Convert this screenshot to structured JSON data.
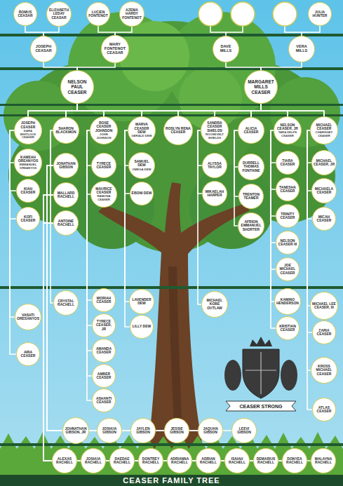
{
  "diagram": {
    "title": "CEASER FAMILY TREE",
    "nodes": [
      {
        "text": [
          "ROMUS CEASAR"
        ]
      },
      {
        "text": [
          "ELIZABETH LEDAY CEASAR"
        ]
      },
      {
        "text": [
          "LUCIEN FONTENOT"
        ]
      },
      {
        "text": [
          "AZEMA HARDY FONTENOT"
        ]
      },
      {
        "text": [
          "JULIA HUNTER"
        ]
      },
      {
        "text": [
          "JOSEPH CEASAR"
        ]
      },
      {
        "text": [
          "MARY FONTENOT CEASAR"
        ]
      },
      {
        "text": [
          "DAVE MILLS"
        ]
      },
      {
        "text": [
          "VERA MILLS"
        ]
      },
      {
        "text": [
          "NELSON PAUL CEASER"
        ]
      },
      {
        "text": [
          "MARGARET MILLS CEASER"
        ]
      },
      {
        "text": [
          "JOSEPH CEASER",
          "DARA WHITLOCK CEASER"
        ]
      },
      {
        "text": [
          "SHARON BLACKMON"
        ]
      },
      {
        "text": [
          "ROSE CEASER JOHNSON",
          "JOHN JOHNSON"
        ]
      },
      {
        "text": [
          "MARVA CEASER DEW",
          "GERALD DEW"
        ]
      },
      {
        "text": [
          "ROSLYN RENA CEASER"
        ]
      },
      {
        "text": [
          "SANDRA CEASER SHIELDS",
          "ROOSEVELT SHIELDS"
        ]
      },
      {
        "text": [
          "ALICIA CEASER"
        ]
      },
      {
        "text": [
          "NELSON CEASER, JR",
          "TARA DELFS CEASER"
        ]
      },
      {
        "text": [
          "MICHAEL CEASER",
          "CHARISSEY CEASER"
        ]
      },
      {
        "text": [
          "KAMEAH OREANYOS",
          "EMMANUEL OREANYOS"
        ]
      },
      {
        "text": [
          "KIAH CEASER"
        ]
      },
      {
        "text": [
          "KOFI CEASER"
        ]
      },
      {
        "text": [
          "VASHTI ORESANYOS"
        ]
      },
      {
        "text": [
          "ARIA CEASER"
        ]
      },
      {
        "text": [
          "JONATHAN GIBSON"
        ]
      },
      {
        "text": [
          "MALLARD RACHELL"
        ]
      },
      {
        "text": [
          "ANTOINE RACHELL"
        ]
      },
      {
        "text": [
          "CRYSTAL RACHELL"
        ]
      },
      {
        "text": [
          "TYRECE CEASER"
        ]
      },
      {
        "text": [
          "MAURICE CEASER",
          "RAMONA CEASER"
        ]
      },
      {
        "text": [
          "MORIAH CEASER"
        ]
      },
      {
        "text": [
          "TYRECE CEASER, JR"
        ]
      },
      {
        "text": [
          "AMANDA CEASER"
        ]
      },
      {
        "text": [
          "AMBER CEASER"
        ]
      },
      {
        "text": [
          "ASHANTI CEASER"
        ]
      },
      {
        "text": [
          "SAMUEL DEW",
          "OMEGA DEW"
        ]
      },
      {
        "text": [
          "EBONI DEW"
        ]
      },
      {
        "text": [
          "LAVENDER DEW"
        ]
      },
      {
        "text": [
          "LILLY DEW"
        ]
      },
      {
        "text": [
          "ALYSSA TAYLOR"
        ]
      },
      {
        "text": [
          "MIKAELAH HARPER"
        ]
      },
      {
        "text": [
          "MICHAEL KOBE OUTLAW"
        ]
      },
      {
        "text": [
          "DURRELL THOMAS FONTAINE"
        ]
      },
      {
        "text": [
          "TRENTON TEAMER"
        ]
      },
      {
        "text": [
          "AFRION EMMANUEL SHORTER"
        ]
      },
      {
        "text": [
          "TIARA CEASER"
        ]
      },
      {
        "text": [
          "TANESHA CEASER"
        ]
      },
      {
        "text": [
          "TRINITY CEASER"
        ]
      },
      {
        "text": [
          "NELSON CEASER III"
        ]
      },
      {
        "text": [
          "JOE MICHAEL CEASER"
        ]
      },
      {
        "text": [
          "KAMINO HENDERSON"
        ]
      },
      {
        "text": [
          "KRISTIAN CEASER"
        ]
      },
      {
        "text": [
          "MICHAEL CEASER, JR"
        ]
      },
      {
        "text": [
          "MICHAELA CEASER"
        ]
      },
      {
        "text": [
          "MICAH CEASER"
        ]
      },
      {
        "text": [
          "MICHAEL LEE CEASER, III"
        ]
      },
      {
        "text": [
          "ZARIA CEASER"
        ]
      },
      {
        "text": [
          "KROSS MICHAEL CEASER"
        ]
      },
      {
        "text": [
          "ATLAS CEASER"
        ]
      },
      {
        "text": [
          "JOHNATHAN GIBSON, JR"
        ]
      },
      {
        "text": [
          "JOSHUA GIBSON"
        ]
      },
      {
        "text": [
          "JAYLEN GIBSON"
        ]
      },
      {
        "text": [
          "JESSIE GIBSON"
        ]
      },
      {
        "text": [
          "JAQUAN GIBSON"
        ]
      },
      {
        "text": [
          "LEEVI GIBSON"
        ]
      },
      {
        "text": [
          "ALEXAS RACHELL"
        ]
      },
      {
        "text": [
          "JOSHUA RACHELL"
        ]
      },
      {
        "text": [
          "DAEDAE RACHELL"
        ]
      },
      {
        "text": [
          "DONTREY RACHELL"
        ]
      },
      {
        "text": [
          "ADRIANNA RACHELL"
        ]
      },
      {
        "text": [
          "ADRIAN RACHELL"
        ]
      },
      {
        "text": [
          "ISAIAH RACHELL"
        ]
      },
      {
        "text": [
          "DEMARIUS RACHELL"
        ]
      },
      {
        "text": [
          "DONYEA RACHELL"
        ]
      },
      {
        "text": [
          "MALAYNA RACHELL"
        ]
      }
    ],
    "edges": [
      {
        "from": 0,
        "to": 5,
        "arrow": "none"
      },
      {
        "from": 1,
        "to": 5,
        "arrow": "none"
      },
      {
        "from": 2,
        "to": 6,
        "arrow": "none"
      },
      {
        "from": 3,
        "to": 6,
        "arrow": "none"
      },
      {
        "from": 4,
        "to": 8,
        "arrow": "none"
      },
      {
        "from": 5,
        "to": 9,
        "arrow": "none"
      },
      {
        "from": 6,
        "to": 9,
        "arrow": "none"
      },
      {
        "from": 7,
        "to": 10,
        "arrow": "none"
      },
      {
        "from": 8,
        "to": 10,
        "arrow": "none"
      },
      {
        "from": 9,
        "to": 11,
        "arrow": "none"
      },
      {
        "from": 9,
        "to": 12,
        "arrow": "none"
      },
      {
        "from": 9,
        "to": 13,
        "arrow": "none"
      },
      {
        "from": 9,
        "to": 14,
        "arrow": "none"
      },
      {
        "from": 9,
        "to": 15,
        "arrow": "none"
      },
      {
        "from": 9,
        "to": 16,
        "arrow": "none"
      },
      {
        "from": 9,
        "to": 17,
        "arrow": "none"
      },
      {
        "from": 9,
        "to": 18,
        "arrow": "none"
      },
      {
        "from": 9,
        "to": 19,
        "arrow": "none"
      },
      {
        "from": 10,
        "to": 11,
        "arrow": "none"
      },
      {
        "from": 10,
        "to": 12,
        "arrow": "none"
      },
      {
        "from": 10,
        "to": 13,
        "arrow": "none"
      },
      {
        "from": 10,
        "to": 14,
        "arrow": "none"
      },
      {
        "from": 10,
        "to": 15,
        "arrow": "none"
      },
      {
        "from": 10,
        "to": 16,
        "arrow": "none"
      },
      {
        "from": 10,
        "to": 17,
        "arrow": "none"
      },
      {
        "from": 10,
        "to": 18,
        "arrow": "none"
      },
      {
        "from": 10,
        "to": 19,
        "arrow": "none"
      },
      {
        "from": 11,
        "to": 20,
        "arrow": "none"
      },
      {
        "from": 11,
        "to": 21,
        "arrow": "none"
      },
      {
        "from": 11,
        "to": 22,
        "arrow": "none"
      },
      {
        "from": 11,
        "to": 23,
        "arrow": "none"
      },
      {
        "from": 11,
        "to": 24,
        "arrow": "none"
      },
      {
        "from": 12,
        "to": 25,
        "arrow": "none"
      },
      {
        "from": 12,
        "to": 26,
        "arrow": "none"
      },
      {
        "from": 12,
        "to": 27,
        "arrow": "none"
      },
      {
        "from": 12,
        "to": 28,
        "arrow": "none"
      },
      {
        "from": 13,
        "to": 29,
        "arrow": "none"
      },
      {
        "from": 13,
        "to": 30,
        "arrow": "none"
      },
      {
        "from": 13,
        "to": 31,
        "arrow": "none"
      },
      {
        "from": 13,
        "to": 32,
        "arrow": "none"
      },
      {
        "from": 13,
        "to": 33,
        "arrow": "none"
      },
      {
        "from": 13,
        "to": 34,
        "arrow": "none"
      },
      {
        "from": 13,
        "to": 35,
        "arrow": "none"
      },
      {
        "from": 14,
        "to": 36,
        "arrow": "none"
      },
      {
        "from": 14,
        "to": 37,
        "arrow": "none"
      },
      {
        "from": 14,
        "to": 38,
        "arrow": "none"
      },
      {
        "from": 14,
        "to": 39,
        "arrow": "none"
      },
      {
        "from": 16,
        "to": 40,
        "arrow": "none"
      },
      {
        "from": 16,
        "to": 41,
        "arrow": "none"
      },
      {
        "from": 16,
        "to": 42,
        "arrow": "none"
      },
      {
        "from": 17,
        "to": 43,
        "arrow": "none"
      },
      {
        "from": 17,
        "to": 44,
        "arrow": "none"
      },
      {
        "from": 17,
        "to": 45,
        "arrow": "none"
      },
      {
        "from": 18,
        "to": 46,
        "arrow": "none"
      },
      {
        "from": 18,
        "to": 47,
        "arrow": "none"
      },
      {
        "from": 18,
        "to": 48,
        "arrow": "none"
      },
      {
        "from": 18,
        "to": 49,
        "arrow": "none"
      },
      {
        "from": 18,
        "to": 50,
        "arrow": "none"
      },
      {
        "from": 18,
        "to": 51,
        "arrow": "none"
      },
      {
        "from": 18,
        "to": 52,
        "arrow": "none"
      },
      {
        "from": 19,
        "to": 53,
        "arrow": "none"
      },
      {
        "from": 19,
        "to": 54,
        "arrow": "none"
      },
      {
        "from": 19,
        "to": 55,
        "arrow": "none"
      },
      {
        "from": 19,
        "to": 56,
        "arrow": "none"
      },
      {
        "from": 19,
        "to": 57,
        "arrow": "none"
      },
      {
        "from": 19,
        "to": 58,
        "arrow": "none"
      },
      {
        "from": 19,
        "to": 59,
        "arrow": "none"
      },
      {
        "from": 25,
        "to": 60,
        "arrow": "none"
      },
      {
        "from": 25,
        "to": 61,
        "arrow": "none"
      },
      {
        "from": 25,
        "to": 62,
        "arrow": "none"
      },
      {
        "from": 25,
        "to": 63,
        "arrow": "none"
      },
      {
        "from": 25,
        "to": 64,
        "arrow": "none"
      },
      {
        "from": 25,
        "to": 65,
        "arrow": "none"
      },
      {
        "from": 26,
        "to": 66,
        "arrow": "none"
      },
      {
        "from": 26,
        "to": 67,
        "arrow": "none"
      },
      {
        "from": 26,
        "to": 68,
        "arrow": "none"
      },
      {
        "from": 26,
        "to": 69,
        "arrow": "none"
      },
      {
        "from": 26,
        "to": 70,
        "arrow": "none"
      },
      {
        "from": 27,
        "to": 71,
        "arrow": "none"
      },
      {
        "from": 27,
        "to": 72,
        "arrow": "none"
      },
      {
        "from": 27,
        "to": 73,
        "arrow": "none"
      },
      {
        "from": 27,
        "to": 74,
        "arrow": "none"
      },
      {
        "from": 27,
        "to": 75,
        "arrow": "none"
      }
    ],
    "labels": [
      "CEASER STRONG"
    ]
  }
}
